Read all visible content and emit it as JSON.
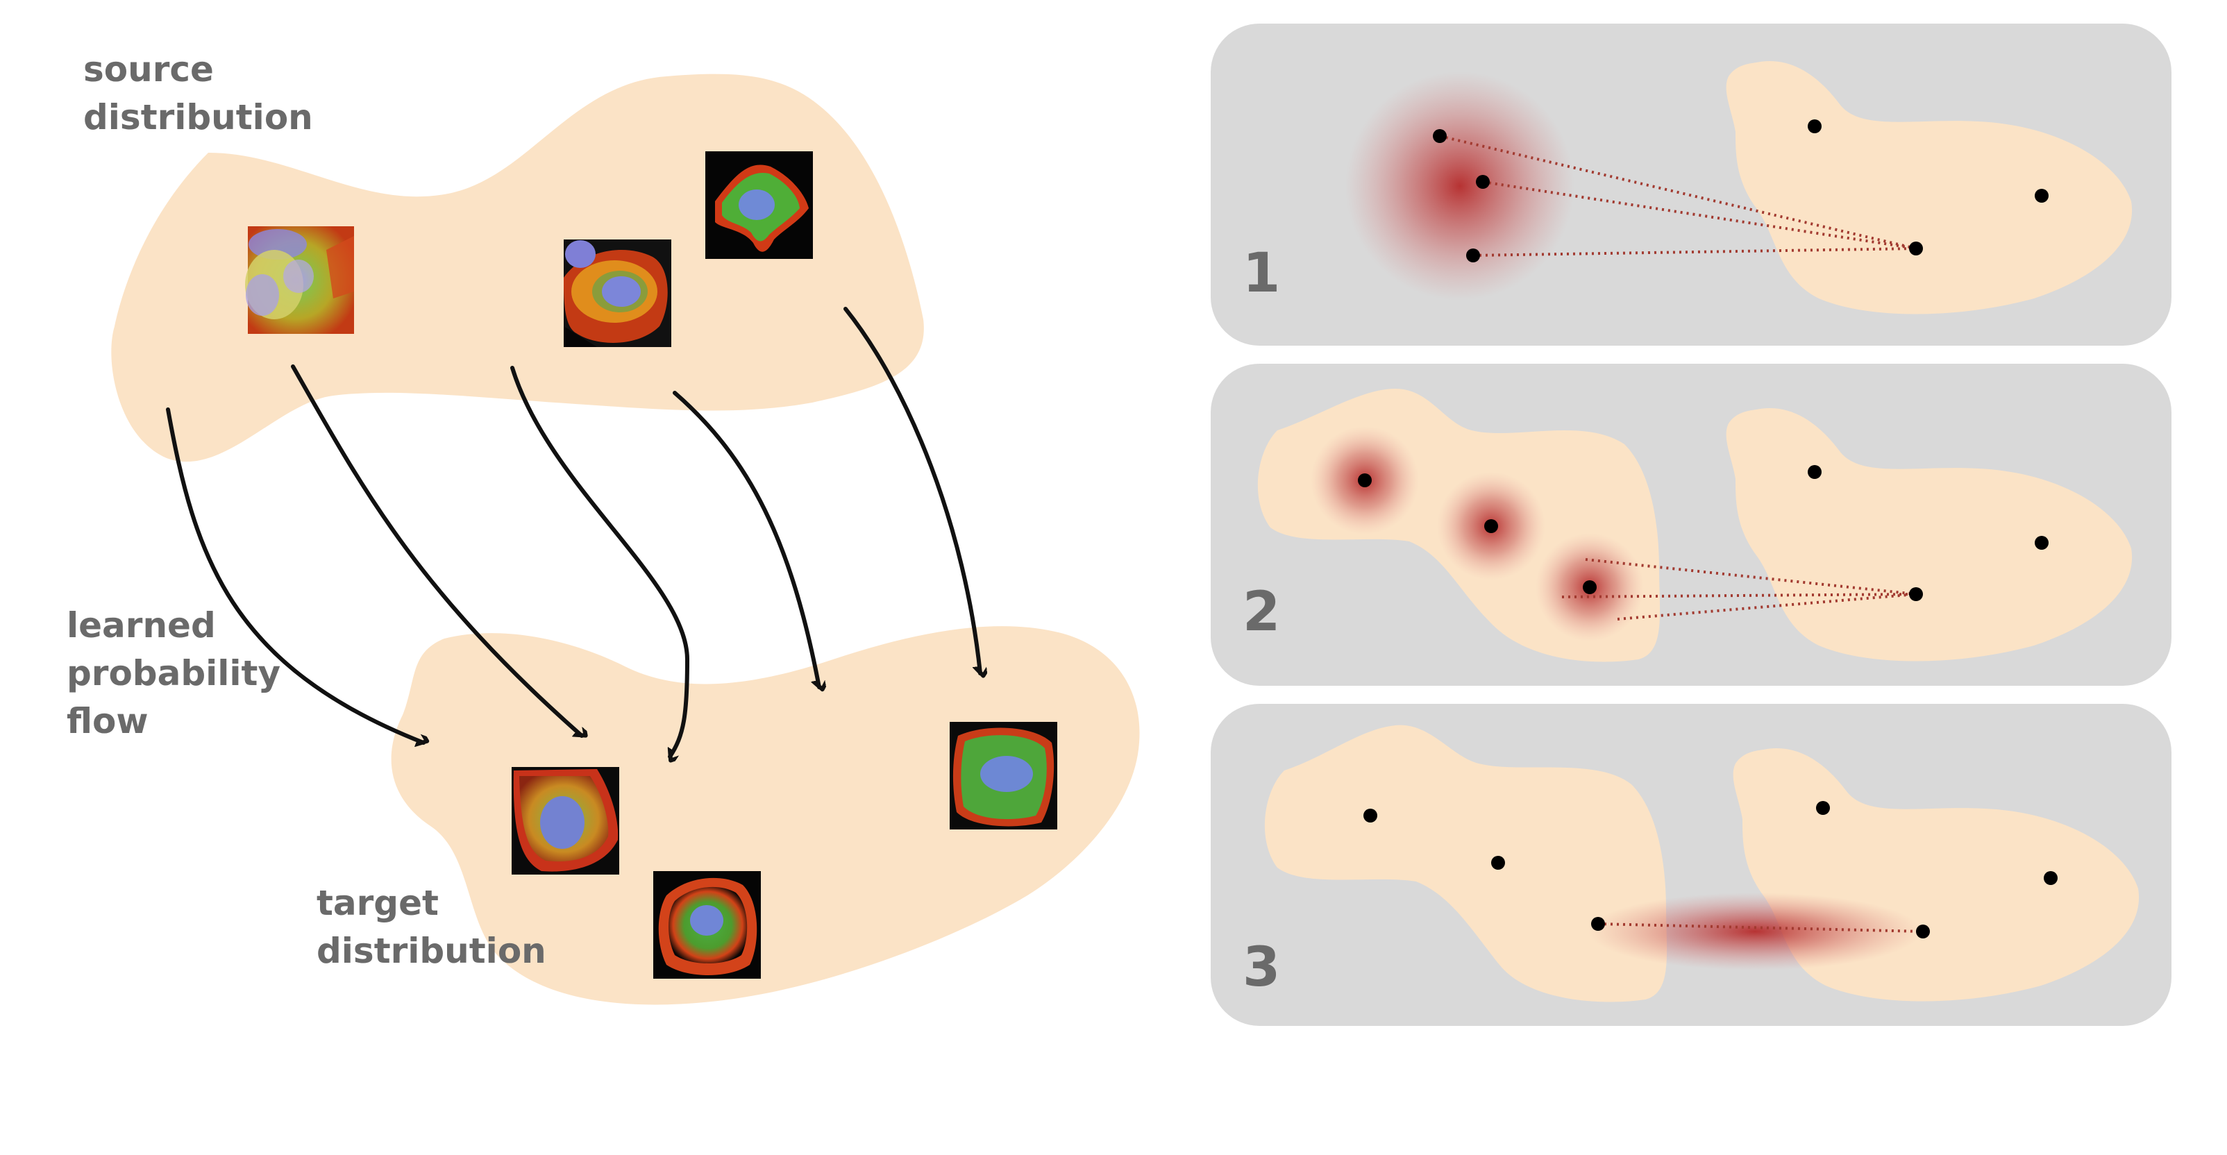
{
  "labels": {
    "source_line1": "source",
    "source_line2": "distribution",
    "flow_line1": "learned",
    "flow_line2": "probability",
    "flow_line3": "flow",
    "target_line1": "target",
    "target_line2": "distribution"
  },
  "panels": [
    {
      "number": "1"
    },
    {
      "number": "2"
    },
    {
      "number": "3"
    }
  ],
  "colors": {
    "blob": "#fbe3c6",
    "panel": "#d9d9d9",
    "label": "#6a6a6a",
    "dot": "#000000",
    "match_line": "#a23a30",
    "glow": "#b83232",
    "arrow": "#111111"
  },
  "images": [
    {
      "name": "source-cell-1",
      "group": "source"
    },
    {
      "name": "source-cell-2",
      "group": "source"
    },
    {
      "name": "source-cell-3",
      "group": "source"
    },
    {
      "name": "target-cell-1",
      "group": "target"
    },
    {
      "name": "target-cell-2",
      "group": "target"
    },
    {
      "name": "target-cell-3",
      "group": "target"
    }
  ]
}
